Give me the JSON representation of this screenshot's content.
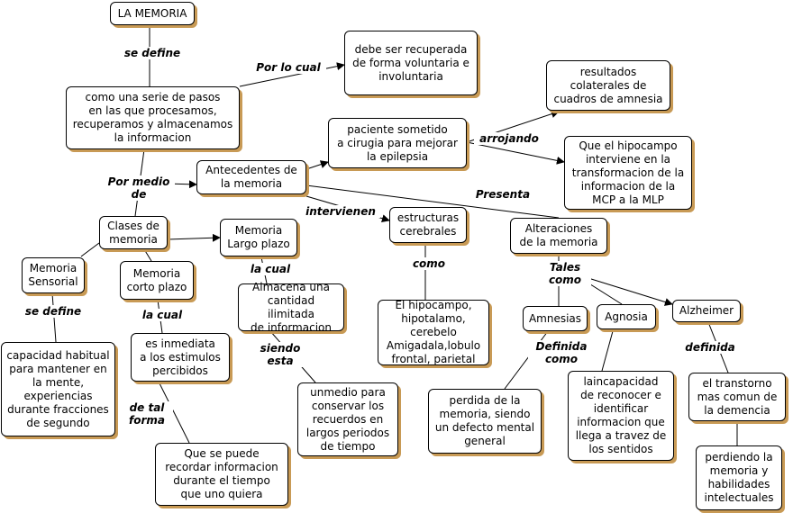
{
  "map": {
    "nodes": {
      "memoria": "LA MEMORIA",
      "definicion": "como una serie de pasos\nen las que procesamos,\nrecuperamos y almacenamos\nla informacion",
      "recuperada": "debe ser recuperada\nde forma voluntaria e\ninvoluntaria",
      "antecedentes": "Antecedentes de\nla memoria",
      "paciente": "paciente sometido\na cirugia para mejorar\nla epilepsia",
      "resultados": "resultados\ncolaterales de\ncuadros de amnesia",
      "hipocampo_mcp": "Que el hipocampo\ninterviene en la\ntransformacion de la\ninformacion de la\nMCP a la MLP",
      "clases": "Clases de\nmemoria",
      "largo_plazo": "Memoria\nLargo plazo",
      "estructuras": "estructuras\ncerebrales",
      "alteraciones": "Alteraciones\nde la memoria",
      "sensorial": "Memoria\nSensorial",
      "corto_plazo": "Memoria\ncorto plazo",
      "almacena": "Almacena una\ncantidad ilimitada\nde informacion",
      "hipocampo_lista": "El hipocampo,\nhipotalamo, cerebelo\nAmigadala,lobulo\nfrontal, parietal",
      "amnesias": "Amnesias",
      "agnosia": "Agnosia",
      "alzheimer": "Alzheimer",
      "capacidad": "capacidad habitual\npara mantener en\nla mente,\nexperiencias\ndurante fracciones\nde segundo",
      "inmediata": "es inmediata\na los estimulos\npercibidos",
      "medio": "unmedio para\nconservar los\nrecuerdos en\nlargos periodos\nde tiempo",
      "perdida": "perdida de la\nmemoria, siendo\nun defecto mental\ngeneral",
      "incapacidad": "laincapacidad\nde reconocer e\nidentificar\ninformacion que\nllega a travez de\nlos sentidos",
      "transtorno": "el transtorno\nmas comun de\nla demencia",
      "recordar": "Que se puede\nrecordar informacion\ndurante el tiempo\nque uno quiera",
      "perdiendo": "perdiendo la\nmemoria y\nhabilidades\nintelectuales"
    },
    "links": {
      "se_define": "se define",
      "por_lo_cual": "Por lo cual",
      "por_medio": "Por medio\nde",
      "arrojando": "arrojando",
      "presenta": "Presenta",
      "intervienen": "intervienen",
      "como": "como",
      "tales_como": "Tales\ncomo",
      "se_define_2": "se define",
      "la_cual": "la cual",
      "la_cual_2": "la cual",
      "siendo_esta": "siendo\nesta",
      "definida_como": "Definida\ncomo",
      "definida": "definida",
      "de_tal_forma": "de tal\nforma"
    }
  },
  "colors": {
    "shadow": "#c89a55",
    "border": "#000000",
    "line": "#000000"
  }
}
